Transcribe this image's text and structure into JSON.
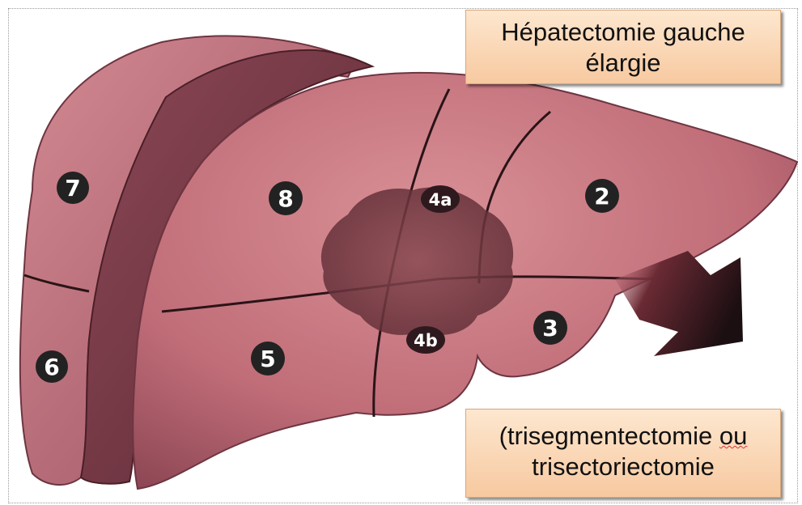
{
  "title": {
    "line1": "Hépatectomie gauche",
    "line2": "élargie"
  },
  "subtitle": {
    "line1_a": "(trisegmentectomie ",
    "line1_b": "ou",
    "line2": "trisectoriectomie"
  },
  "segments": {
    "s2": "2",
    "s3": "3",
    "s4a": "4a",
    "s4b": "4b",
    "s5": "5",
    "s6": "6",
    "s7": "7",
    "s8": "8"
  },
  "colors": {
    "liver": "#c0707a",
    "liver_dark": "#7a3a45",
    "cut_face": "#7a3a48",
    "tumor": "#7a4048",
    "label_bg": "#222222",
    "callout_bg": "#fbd6b2"
  },
  "icons": {
    "arrow": "removal-arrow-icon"
  }
}
